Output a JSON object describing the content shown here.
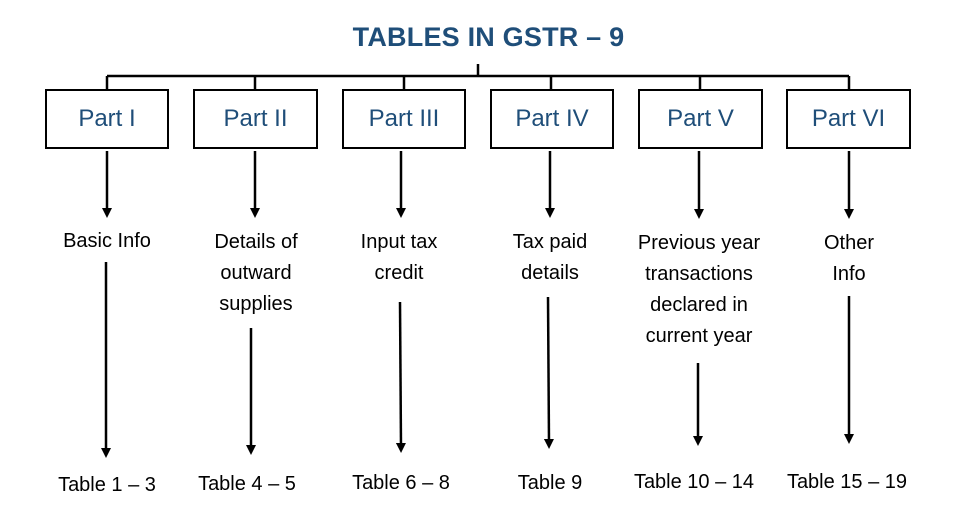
{
  "title": "TABLES IN GSTR – 9",
  "parts": [
    {
      "label": "Part I",
      "description_lines": [
        "Basic Info"
      ],
      "tables": "Table 1 – 3"
    },
    {
      "label": "Part II",
      "description_lines": [
        "Details of",
        "outward",
        "supplies"
      ],
      "tables": "Table 4 – 5"
    },
    {
      "label": "Part III",
      "description_lines": [
        "Input tax",
        "credit"
      ],
      "tables": "Table 6 – 8"
    },
    {
      "label": "Part IV",
      "description_lines": [
        "Tax paid",
        "details"
      ],
      "tables": "Table 9"
    },
    {
      "label": "Part V",
      "description_lines": [
        "Previous year",
        "transactions",
        "declared in",
        "current year"
      ],
      "tables": "Table 10 – 14"
    },
    {
      "label": "Part VI",
      "description_lines": [
        "Other",
        "Info"
      ],
      "tables": "Table 15 – 19"
    }
  ],
  "colors": {
    "title": "#1f4e79",
    "part_text": "#1f4e79",
    "lines": "#000000"
  }
}
